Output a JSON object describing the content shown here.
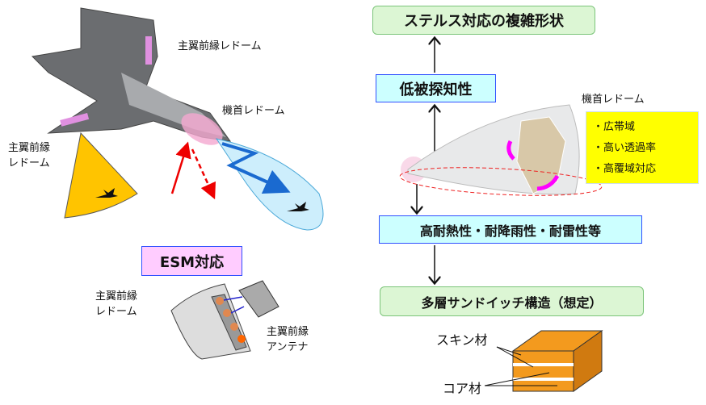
{
  "left": {
    "wing_radome_top": "主翼前縁レドーム",
    "nose_radome": "機首レドーム",
    "wing_radome_left": "主翼前縁\nレドーム",
    "esm_box": "ESM対応",
    "esm_radome": "主翼前縁\nレドーム",
    "esm_antenna": "主翼前縁\nアンテナ"
  },
  "right": {
    "stealth_box": "ステルス対応の複雑形状",
    "low_observable_box": "低被探知性",
    "nose_radome": "機首レドーム",
    "features": [
      "・広帯域",
      "・高い透過率",
      "・高覆域対応"
    ],
    "durability_box": "高耐熱性・耐降雨性・耐雷性等",
    "sandwich_box": "多層サンドイッチ構造（想定）",
    "skin_label": "スキン材",
    "core_label": "コア材"
  },
  "colors": {
    "green_box": "#dcf6d4",
    "cyan_box": "#ccffff",
    "pink_box": "#ffccff",
    "yellow": "#ffff00",
    "orange": "#f39a1e"
  }
}
